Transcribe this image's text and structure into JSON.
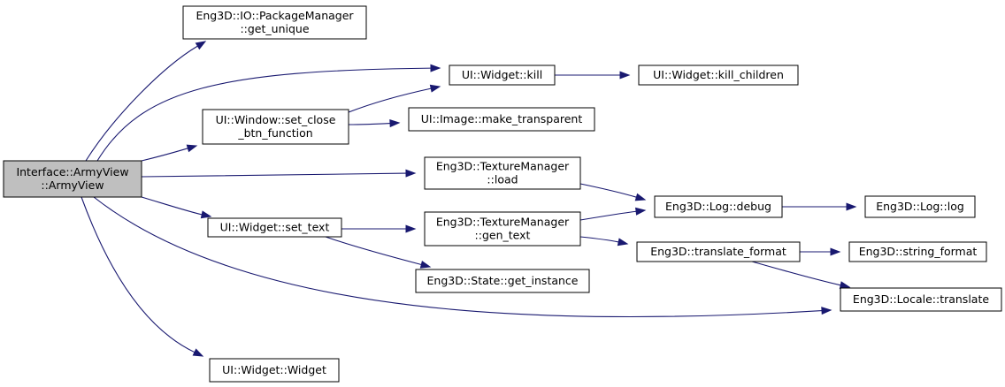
{
  "colors": {
    "edge": "#191970",
    "node_fill": "#ffffff",
    "root_fill": "#bfbfbf",
    "node_border": "#000000"
  },
  "nodes": [
    {
      "id": "armyview",
      "lines": [
        "Interface::ArmyView",
        "::ArmyView"
      ],
      "root": true
    },
    {
      "id": "pkg_get_unique",
      "lines": [
        "Eng3D::IO::PackageManager",
        "::get_unique"
      ]
    },
    {
      "id": "set_close_btn",
      "lines": [
        "UI::Window::set_close",
        "_btn_function"
      ]
    },
    {
      "id": "set_text",
      "lines": [
        "UI::Widget::set_text"
      ]
    },
    {
      "id": "widget_ctor",
      "lines": [
        "UI::Widget::Widget"
      ]
    },
    {
      "id": "kill",
      "lines": [
        "UI::Widget::kill"
      ]
    },
    {
      "id": "make_transparent",
      "lines": [
        "UI::Image::make_transparent"
      ]
    },
    {
      "id": "tm_load",
      "lines": [
        "Eng3D::TextureManager",
        "::load"
      ]
    },
    {
      "id": "tm_gen_text",
      "lines": [
        "Eng3D::TextureManager",
        "::gen_text"
      ]
    },
    {
      "id": "state_get_instance",
      "lines": [
        "Eng3D::State::get_instance"
      ]
    },
    {
      "id": "kill_children",
      "lines": [
        "UI::Widget::kill_children"
      ]
    },
    {
      "id": "log_debug",
      "lines": [
        "Eng3D::Log::debug"
      ]
    },
    {
      "id": "translate_format",
      "lines": [
        "Eng3D::translate_format"
      ]
    },
    {
      "id": "locale_translate",
      "lines": [
        "Eng3D::Locale::translate"
      ]
    },
    {
      "id": "log_log",
      "lines": [
        "Eng3D::Log::log"
      ]
    },
    {
      "id": "string_format",
      "lines": [
        "Eng3D::string_format"
      ]
    }
  ],
  "edges": [
    {
      "from": "armyview",
      "to": "pkg_get_unique"
    },
    {
      "from": "armyview",
      "to": "kill"
    },
    {
      "from": "armyview",
      "to": "set_close_btn"
    },
    {
      "from": "armyview",
      "to": "tm_load"
    },
    {
      "from": "armyview",
      "to": "set_text"
    },
    {
      "from": "armyview",
      "to": "locale_translate"
    },
    {
      "from": "armyview",
      "to": "widget_ctor"
    },
    {
      "from": "set_close_btn",
      "to": "kill"
    },
    {
      "from": "set_close_btn",
      "to": "make_transparent"
    },
    {
      "from": "kill",
      "to": "kill_children"
    },
    {
      "from": "set_text",
      "to": "tm_gen_text"
    },
    {
      "from": "set_text",
      "to": "state_get_instance"
    },
    {
      "from": "tm_load",
      "to": "log_debug"
    },
    {
      "from": "tm_gen_text",
      "to": "log_debug"
    },
    {
      "from": "tm_gen_text",
      "to": "translate_format"
    },
    {
      "from": "log_debug",
      "to": "log_log"
    },
    {
      "from": "translate_format",
      "to": "string_format"
    },
    {
      "from": "translate_format",
      "to": "locale_translate"
    }
  ]
}
